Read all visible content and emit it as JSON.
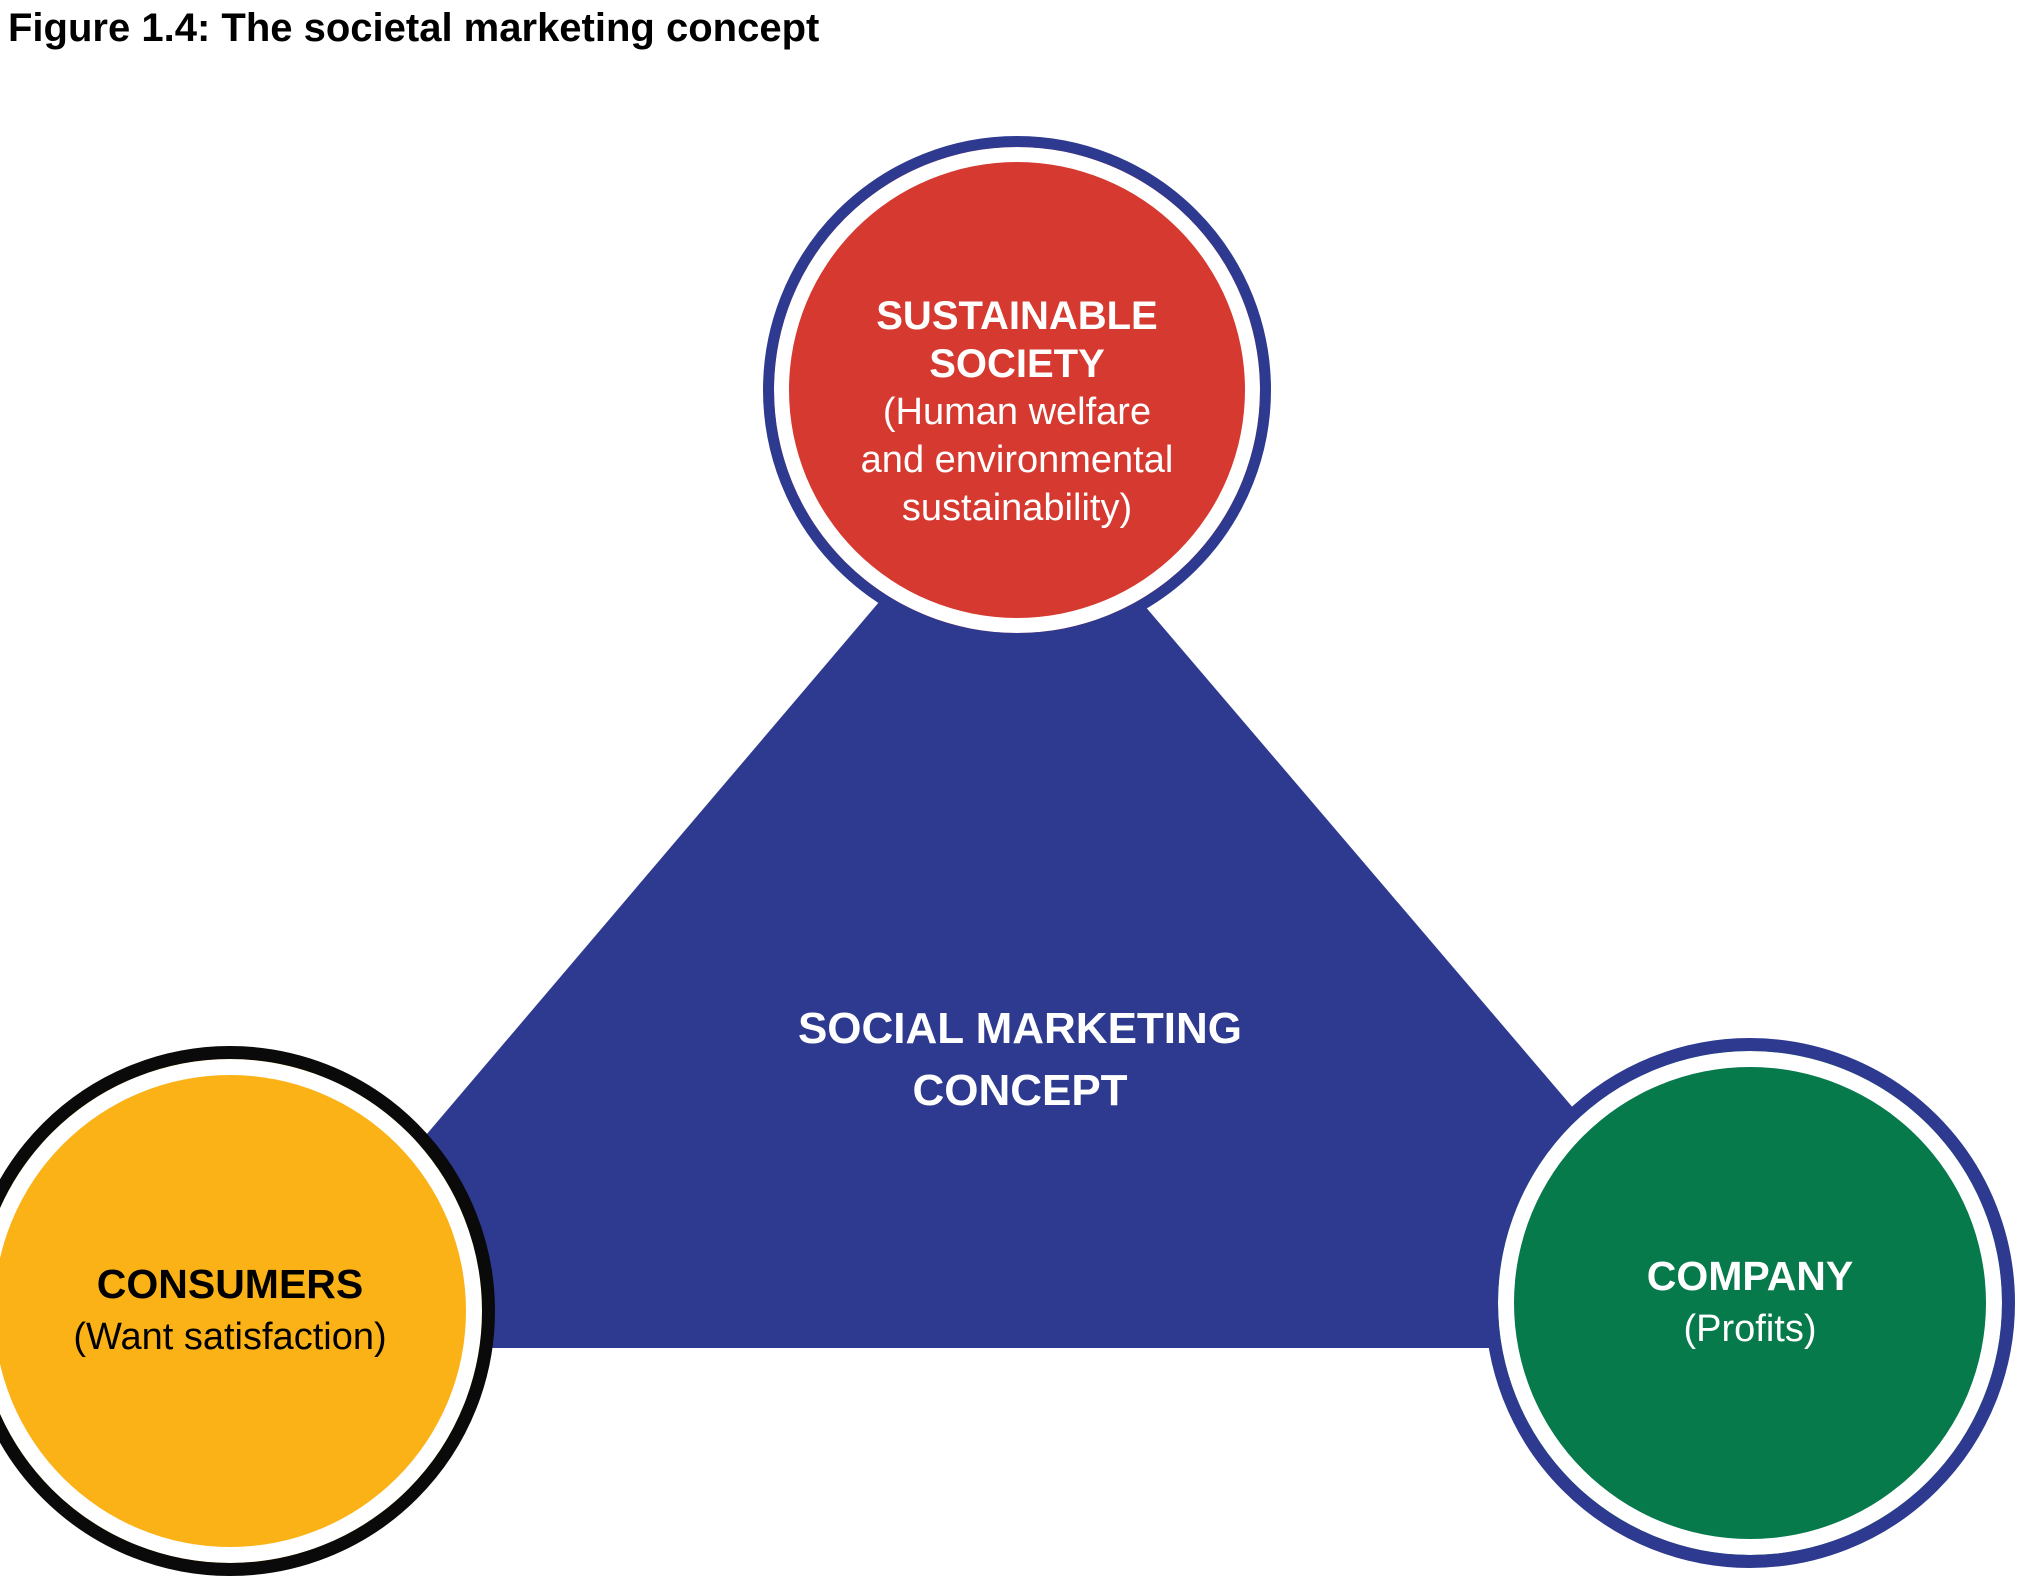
{
  "figure": {
    "title": "Figure 1.4: The societal marketing concept"
  },
  "center_label": {
    "line1": "SOCIAL MARKETING",
    "line2": "CONCEPT"
  },
  "nodes": {
    "sustainable_society": {
      "title_line1": "SUSTAINABLE",
      "title_line2": "SOCIETY",
      "subtitle_line1": "(Human welfare",
      "subtitle_line2": "and environmental",
      "subtitle_line3": "sustainability)"
    },
    "consumers": {
      "title": "CONSUMERS",
      "subtitle": "(Want satisfaction)"
    },
    "company": {
      "title": "COMPANY",
      "subtitle": "(Profits)"
    }
  },
  "colors": {
    "blue": "#2E3A90",
    "red": "#D6392F",
    "yellow": "#FBB217",
    "green": "#067A4B",
    "ring_black": "#0A0A0A"
  }
}
